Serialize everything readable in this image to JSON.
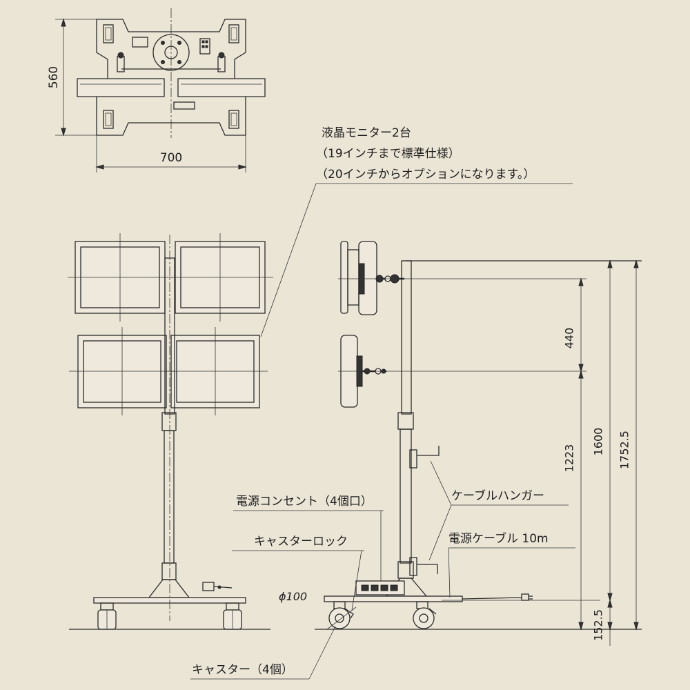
{
  "dimensions": {
    "top_depth": "560",
    "top_width": "700",
    "monitor_gap": "440",
    "lower_monitor_height": "1223",
    "upper_monitor_height": "1600",
    "total_height": "1752.5",
    "base_height": "152.5",
    "caster_diameter": "ϕ100"
  },
  "labels": {
    "monitor_title": "液晶モニター2台",
    "monitor_note1": "（19インチまで標準仕様）",
    "monitor_note2": "（20インチからオプションになります。）",
    "cable_hanger": "ケーブルハンガー",
    "power_outlet": "電源コンセント（4個口）",
    "power_cable": "電源ケーブル 10m",
    "caster_lock": "キャスターロック",
    "caster": "キャスター（4個）"
  },
  "colors": {
    "background": "#ebe5d6",
    "line": "#2a2a2a"
  }
}
